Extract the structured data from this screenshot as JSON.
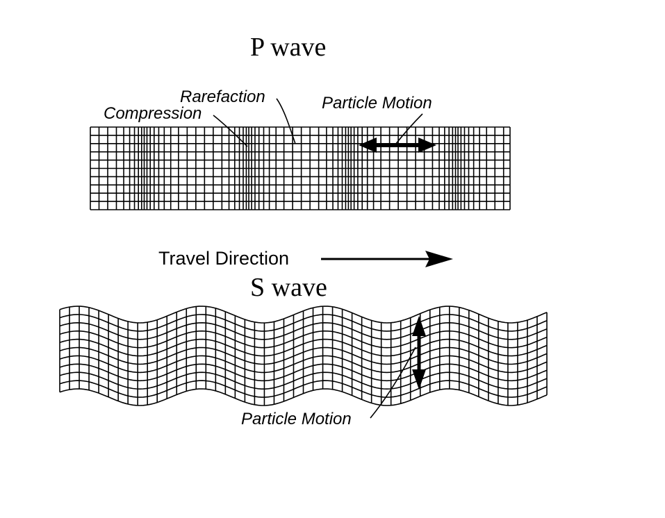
{
  "p_wave": {
    "title": "P wave",
    "labels": {
      "rarefaction": "Rarefaction",
      "compression": "Compression",
      "particle_motion": "Particle Motion"
    }
  },
  "travel": {
    "label": "Travel Direction"
  },
  "s_wave": {
    "title": "S wave",
    "labels": {
      "particle_motion": "Particle Motion"
    }
  },
  "colors": {
    "ink": "#000000",
    "background": "#ffffff"
  }
}
